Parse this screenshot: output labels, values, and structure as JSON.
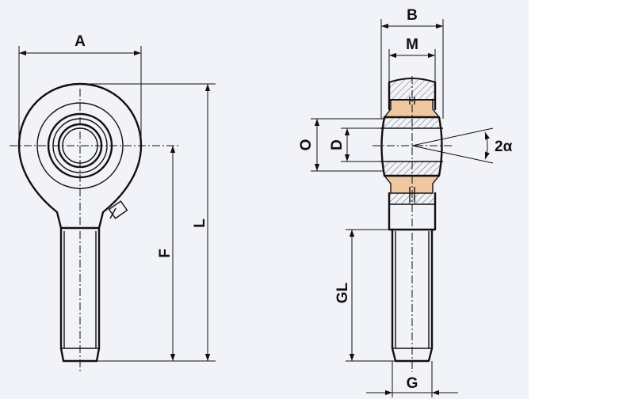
{
  "labels": {
    "A": "A",
    "L": "L",
    "F": "F",
    "B": "B",
    "M": "M",
    "O": "O",
    "D": "D",
    "angle": "2α",
    "GL": "GL",
    "G": "G"
  },
  "colors": {
    "background": "#f1f3f8",
    "line": "#111111",
    "liner": "#efc89f"
  }
}
